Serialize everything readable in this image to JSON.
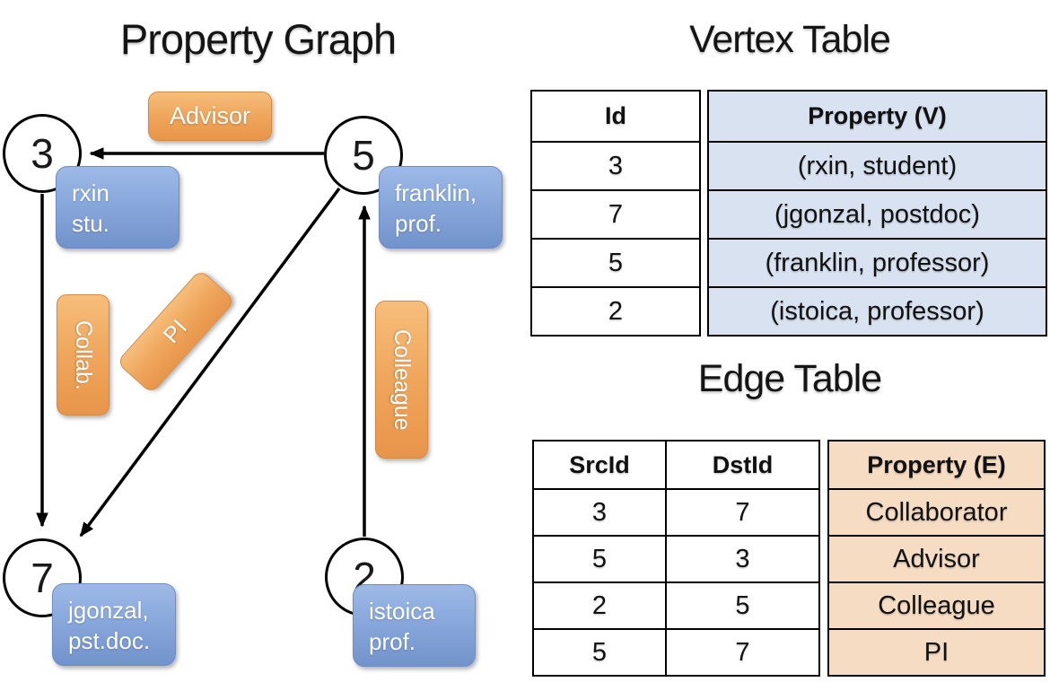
{
  "graph": {
    "title": "Property Graph",
    "nodes": [
      {
        "id": "3"
      },
      {
        "id": "5"
      },
      {
        "id": "7"
      },
      {
        "id": "2"
      }
    ],
    "edge_labels": {
      "advisor": "Advisor",
      "collab": "Collab.",
      "pi": "PI",
      "colleague": "Colleague"
    },
    "vertex_labels": {
      "v3": {
        "line1": "rxin",
        "line2": "stu."
      },
      "v5": {
        "line1": "franklin,",
        "line2": "prof."
      },
      "v7": {
        "line1": "jgonzal,",
        "line2": "pst.doc."
      },
      "v2": {
        "line1": "istoica",
        "line2": "prof."
      }
    }
  },
  "vertex_table": {
    "title": "Vertex Table",
    "columns": {
      "id": "Id",
      "property": "Property (V)"
    },
    "rows": [
      [
        "3",
        "(rxin, student)"
      ],
      [
        "7",
        "(jgonzal, postdoc)"
      ],
      [
        "5",
        "(franklin, professor)"
      ],
      [
        "2",
        "(istoica, professor)"
      ]
    ]
  },
  "edge_table": {
    "title": "Edge Table",
    "columns": {
      "src": "SrcId",
      "dst": "DstId",
      "property": "Property (E)"
    },
    "rows": [
      [
        "3",
        "7",
        "Collaborator"
      ],
      [
        "5",
        "3",
        "Advisor"
      ],
      [
        "2",
        "5",
        "Colleague"
      ],
      [
        "5",
        "7",
        "PI"
      ]
    ]
  },
  "colors": {
    "edge_accent": "#EFA65C",
    "vertex_accent": "#84A4D9",
    "vertex_cell_bg": "#D8E2F0",
    "edge_cell_bg": "#F5DCC3",
    "line": "#000000"
  }
}
